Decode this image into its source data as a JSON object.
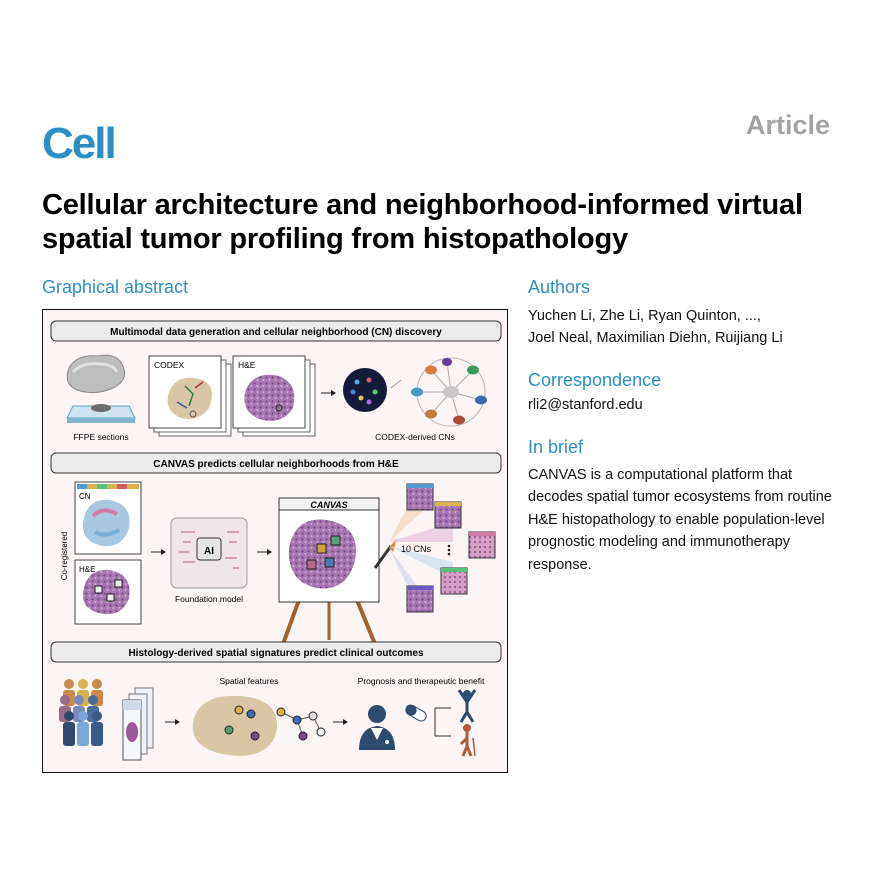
{
  "header": {
    "journal": "Cell",
    "article_type": "Article",
    "title": "Cellular architecture and neighborhood-informed virtual spatial tumor profiling from histopathology"
  },
  "graphical_abstract": {
    "heading": "Graphical abstract",
    "panels": [
      {
        "title": "Multimodal data generation and cellular neighborhood (CN) discovery",
        "labels": {
          "ffpe": "FFPE sections",
          "codex": "CODEX",
          "he": "H&E",
          "codex_cns": "CODEX-derived CNs"
        }
      },
      {
        "title": "CANVAS predicts cellular neighborhoods from H&E",
        "labels": {
          "cn": "CN",
          "he": "H&E",
          "coregistered": "Co-registered",
          "ai": "AI",
          "foundation_model": "Foundation model",
          "canvas": "CANVAS",
          "ten_cns": "10 CNs"
        }
      },
      {
        "title": "Histology-derived spatial signatures predict clinical outcomes",
        "labels": {
          "spatial_features": "Spatial features",
          "prognosis": "Prognosis and therapeutic benefit"
        }
      }
    ],
    "colors": {
      "accent": "#2c8fc4",
      "he_purple": "#9c6aa8",
      "tissue_tan": "#d9c6a5"
    }
  },
  "authors": {
    "heading": "Authors",
    "line1": "Yuchen Li, Zhe Li, Ryan Quinton, ...,",
    "line2": "Joel Neal, Maximilian Diehn, Ruijiang Li"
  },
  "correspondence": {
    "heading": "Correspondence",
    "email": "rli2@stanford.edu"
  },
  "in_brief": {
    "heading": "In brief",
    "text": "CANVAS is a computational platform that decodes spatial tumor ecosystems from routine H&E histopathology to enable population-level prognostic modeling and immunotherapy response."
  }
}
